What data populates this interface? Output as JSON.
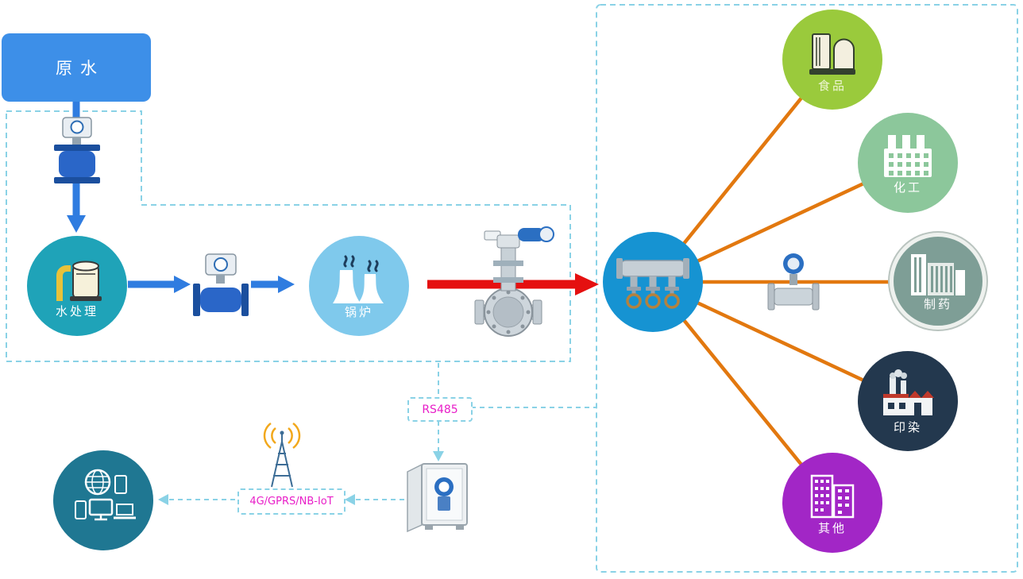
{
  "diagram": {
    "source": {
      "label": "原水"
    },
    "process": {
      "water_treatment": {
        "label": "水处理"
      },
      "boiler": {
        "label": "锅炉"
      }
    },
    "industries": [
      {
        "id": "food",
        "label": "食品"
      },
      {
        "id": "chemical",
        "label": "化工"
      },
      {
        "id": "pharmaceutical",
        "label": "制药"
      },
      {
        "id": "printing_dyeing",
        "label": "印染"
      },
      {
        "id": "other",
        "label": "其他"
      }
    ],
    "comm": {
      "rs485_label": "RS485",
      "wireless_label": "4G/GPRS/NB-IoT"
    },
    "colors": {
      "water_flow_arrow": "#2f7ce0",
      "steam_flow_arrow": "#e51010",
      "distribution_line": "#e2780f",
      "boundary_dash": "#8ad2e6",
      "comm_label_text": "#e81ec8",
      "source_box": "#3d8fe8",
      "node_water_treatment": "#1fa3b8",
      "node_boiler": "#7fc9ec",
      "node_steam_manifold": "#1693d2",
      "node_food": "#9aca3c",
      "node_chemical": "#8cc79b",
      "node_pharmaceutical": "#7e9e96",
      "node_printing_dyeing": "#23384e",
      "node_other": "#a226c6",
      "node_monitoring": "#1f7792"
    }
  }
}
